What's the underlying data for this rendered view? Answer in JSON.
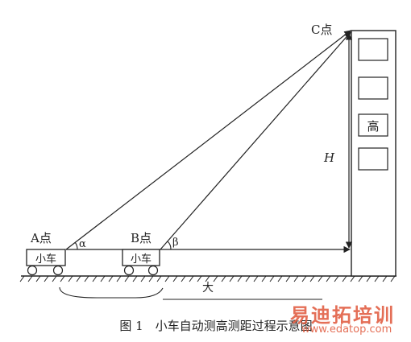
{
  "labels": {
    "point_c": "C点",
    "point_a": "A点",
    "point_b": "B点",
    "angle_alpha": "α",
    "angle_beta": "β",
    "height_h": "H",
    "building_text": "高",
    "car_a": "小车",
    "car_b": "小车",
    "ground_text": "大"
  },
  "caption": "图 1　小车自动测高测距过程示意图",
  "watermark": {
    "title": "易迪拓培训",
    "url": "www.edatop.com"
  }
}
